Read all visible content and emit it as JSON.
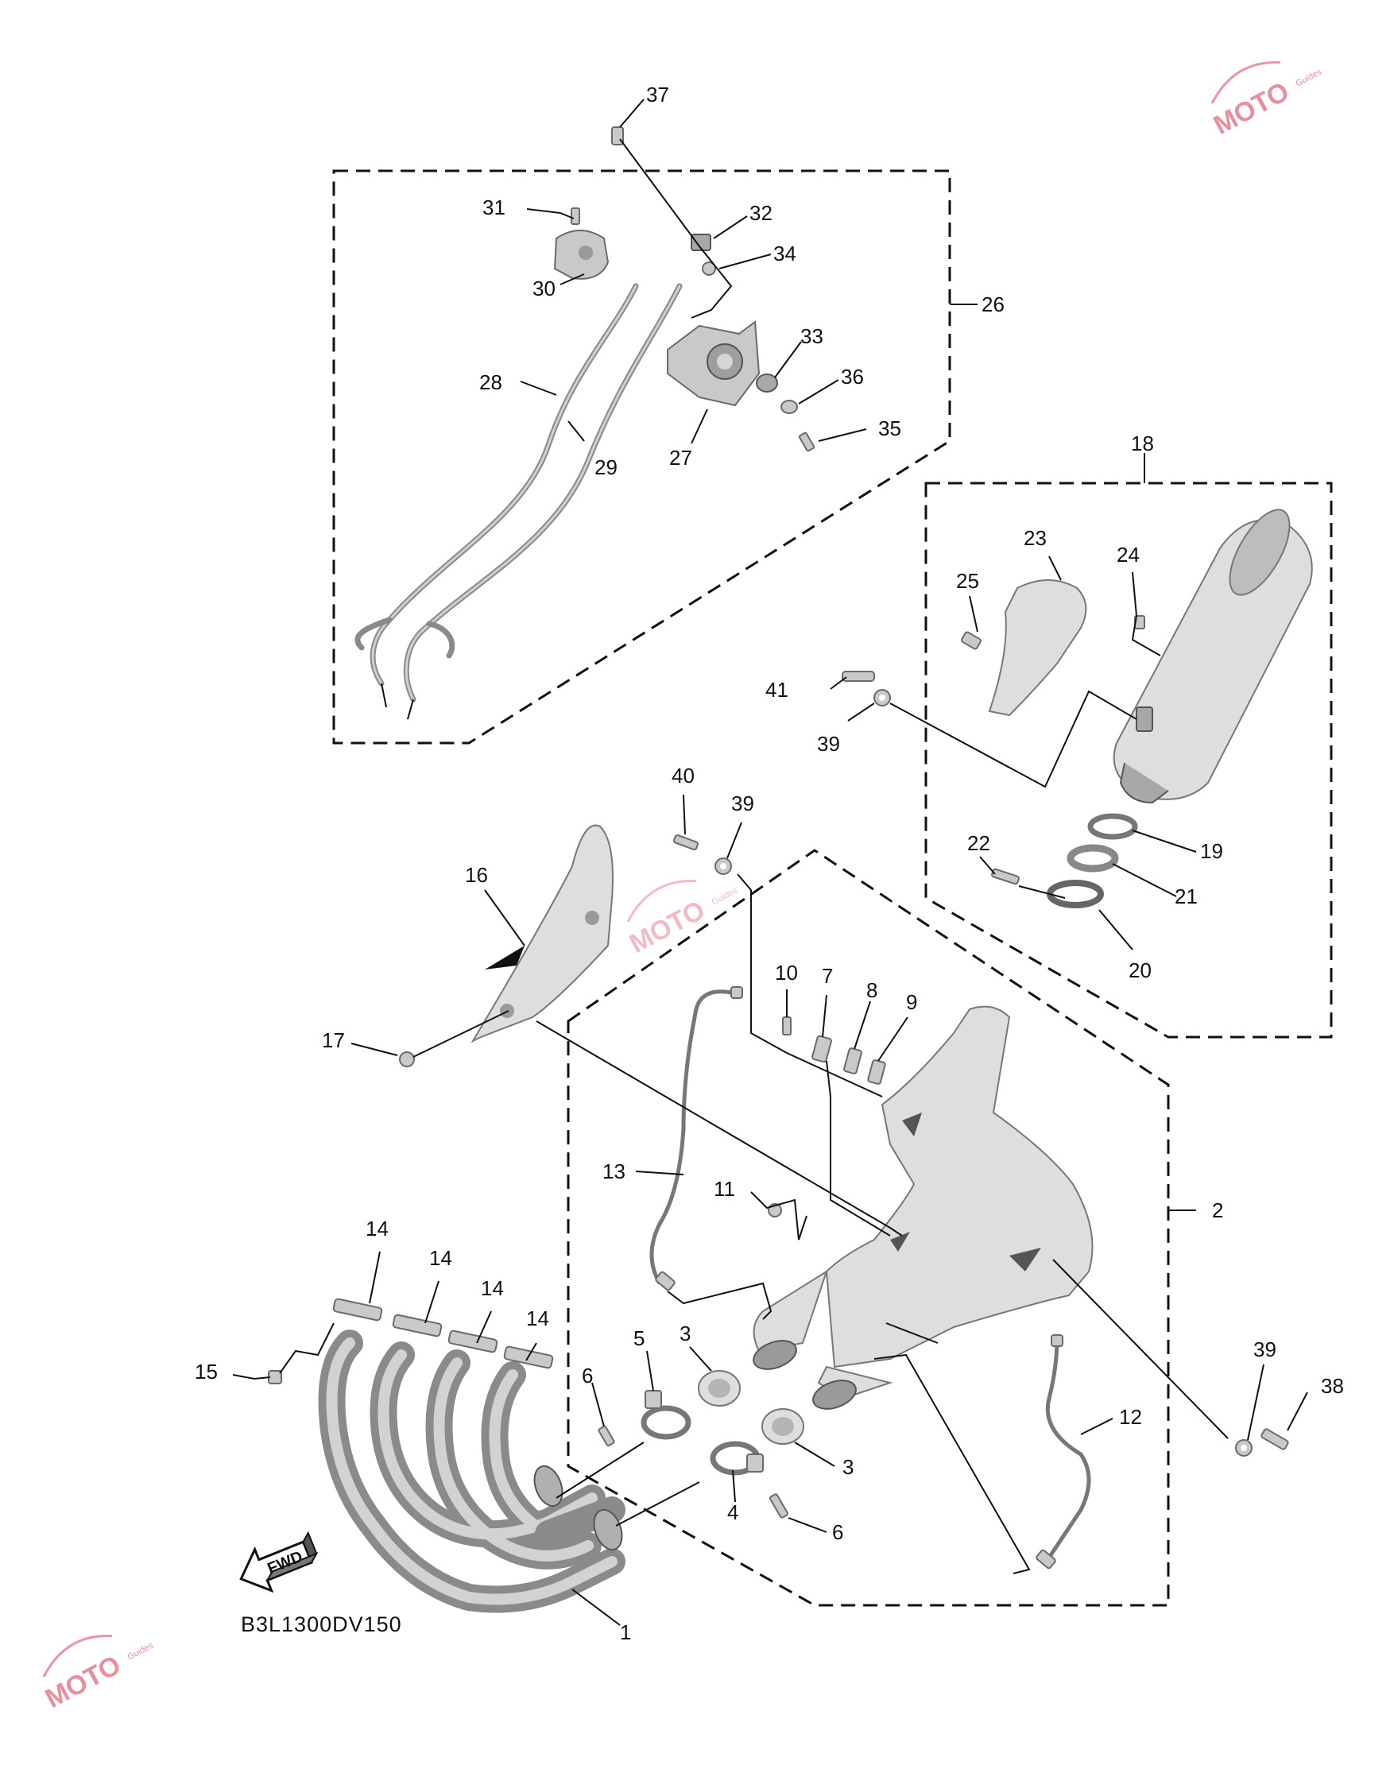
{
  "diagram_code": "B3L1300DV150",
  "fwd_arrow_label": "FWD",
  "watermark": {
    "brand": "MOTO",
    "sub": "Guides",
    "color": "#e06a7a"
  },
  "callouts": {
    "c1": "1",
    "c2": "2",
    "c3a": "3",
    "c3b": "3",
    "c4": "4",
    "c5": "5",
    "c6a": "6",
    "c6b": "6",
    "c7": "7",
    "c8": "8",
    "c9": "9",
    "c10": "10",
    "c11": "11",
    "c12": "12",
    "c13": "13",
    "c14a": "14",
    "c14b": "14",
    "c14c": "14",
    "c14d": "14",
    "c15": "15",
    "c16": "16",
    "c17": "17",
    "c18": "18",
    "c19": "19",
    "c20": "20",
    "c21": "21",
    "c22": "22",
    "c23": "23",
    "c24": "24",
    "c25": "25",
    "c26": "26",
    "c27": "27",
    "c28": "28",
    "c29": "29",
    "c30": "30",
    "c31": "31",
    "c32": "32",
    "c33": "33",
    "c34": "34",
    "c35": "35",
    "c36": "36",
    "c37": "37",
    "c38": "38",
    "c39a": "39",
    "c39b": "39",
    "c39c": "39",
    "c40": "40",
    "c41": "41"
  }
}
